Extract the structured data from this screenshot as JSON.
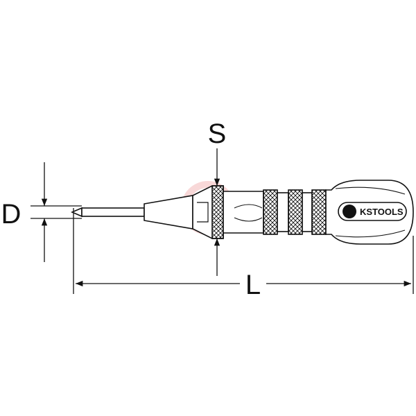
{
  "dimensions": {
    "d_label": "D",
    "s_label": "S",
    "l_label": "L"
  },
  "logo": {
    "text": "KSTOOLS"
  },
  "colors": {
    "line": "#111111",
    "background": "#ffffff",
    "watermark": "#e05050"
  }
}
